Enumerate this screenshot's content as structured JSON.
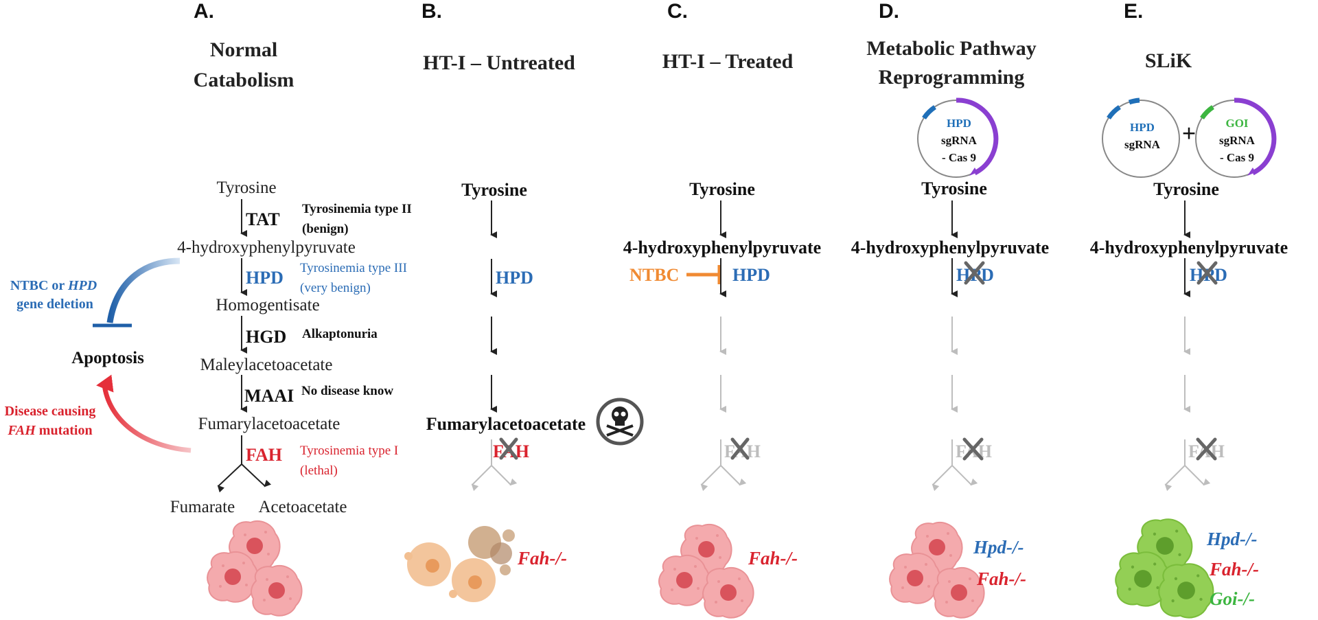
{
  "colors": {
    "blue": "#2b6cb5",
    "red": "#d9232e",
    "orange": "#f08a32",
    "green": "#3cb540",
    "purple": "#8a3fd1",
    "faded": "#bdbdbd",
    "pink_cell": "#f4aaad",
    "green_cell": "#93cf55",
    "orange_cell": "#f2bf91"
  },
  "panels": {
    "A": {
      "letter": "A.",
      "title_line1": "Normal",
      "title_line2": "Catabolism",
      "metabolites": [
        "Tyrosine",
        "4-hydroxyphenylpyruvate",
        "Homogentisate",
        "Maleylacetoacetate",
        "Fumarylacetoacetate"
      ],
      "products": [
        "Fumarate",
        "Acetoacetate"
      ],
      "enzymes": [
        "TAT",
        "HPD",
        "HGD",
        "MAAI",
        "FAH"
      ],
      "diseases": {
        "tat_1": "Tyrosinemia type II",
        "tat_2": "(benign)",
        "hpd_1": "Tyrosinemia type III",
        "hpd_2": "(very benign)",
        "hgd": "Alkaptonuria",
        "maai": "No disease know",
        "fah_1": "Tyrosinemia type I",
        "fah_2": "(lethal)"
      },
      "side_blue_1a": "NTBC or ",
      "side_blue_1b": "HPD",
      "side_blue_2": "gene deletion",
      "apoptosis": "Apoptosis",
      "side_red_1": "Disease causing",
      "side_red_2a": "FAH",
      "side_red_2b": " mutation"
    },
    "B": {
      "letter": "B.",
      "title": "HT-I – Untreated",
      "tyrosine": "Tyrosine",
      "hpd": "HPD",
      "faa": "Fumarylacetoacetate",
      "fah": "FAH",
      "genotype": "Fah-/-",
      "toxic_icon": "skull-crossbones-icon"
    },
    "C": {
      "letter": "C.",
      "title": "HT-I – Treated",
      "tyrosine": "Tyrosine",
      "hppa": "4-hydroxyphenylpyruvate",
      "ntbc": "NTBC",
      "hpd": "HPD",
      "fah": "FAH",
      "genotype": "Fah-/-"
    },
    "D": {
      "letter": "D.",
      "title_line1": "Metabolic Pathway",
      "title_line2": "Reprogramming",
      "plasmid_1": "HPD",
      "plasmid_2": "sgRNA",
      "plasmid_3": "- Cas 9",
      "tyrosine": "Tyrosine",
      "hppa": "4-hydroxyphenylpyruvate",
      "hpd": "HPD",
      "fah": "FAH",
      "genotype_1": "Hpd-/-",
      "genotype_2": "Fah-/-"
    },
    "E": {
      "letter": "E.",
      "title": "SLiK",
      "plasmid_a_1": "HPD",
      "plasmid_a_2": "sgRNA",
      "plus": "+",
      "plasmid_b_1": "GOI",
      "plasmid_b_2": "sgRNA",
      "plasmid_b_3": "- Cas 9",
      "tyrosine": "Tyrosine",
      "hppa": "4-hydroxyphenylpyruvate",
      "hpd": "HPD",
      "fah": "FAH",
      "genotype_1": "Hpd-/-",
      "genotype_2": "Fah-/-",
      "genotype_3": "Goi-/-"
    }
  }
}
